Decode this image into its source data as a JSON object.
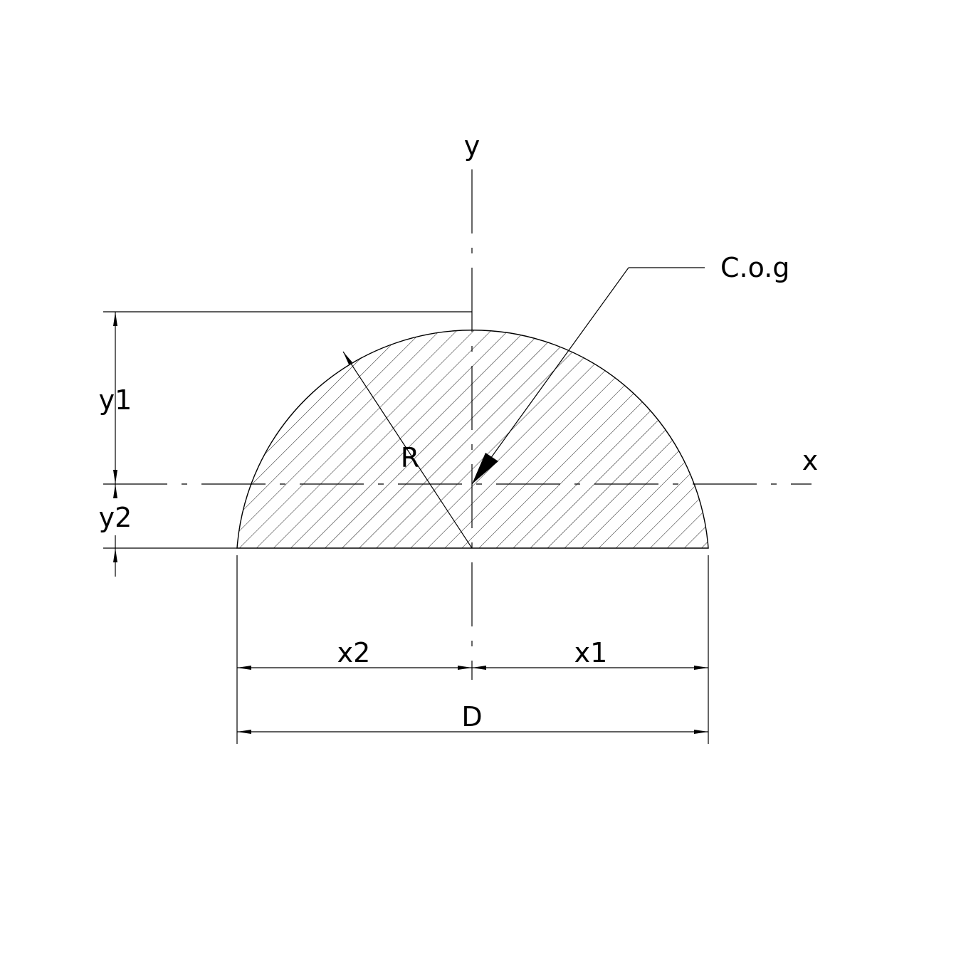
{
  "labels": {
    "y_axis": "y",
    "x_axis": "x",
    "cog": "C.o.g",
    "radius": "R",
    "y1": "y1",
    "y2": "y2",
    "x1": "x1",
    "x2": "x2",
    "diameter": "D"
  },
  "colors": {
    "line": "#000000",
    "background": "#ffffff"
  }
}
